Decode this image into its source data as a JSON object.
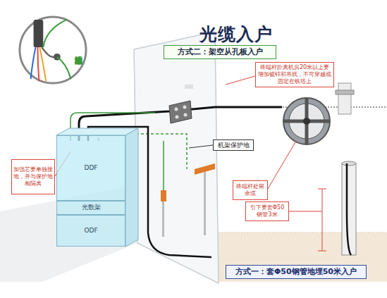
{
  "diagram": {
    "title": "光缆入户",
    "nodes": [
      {
        "text": [
          "方式二：架空从孔板入户"
        ]
      },
      {
        "text": [
          "终端杆距离机房20米以上要增加镀锌和吊线，不可穿越或固定在铁塔上"
        ]
      },
      {
        "text": [
          "机架保护地"
        ]
      },
      {
        "text": [
          "加强芯要单独接地，并与保护地相隔离"
        ]
      },
      {
        "text": [
          "DDF"
        ]
      },
      {
        "text": [
          "光数架"
        ]
      },
      {
        "text": [
          "ODF"
        ]
      },
      {
        "text": [
          "终端杆处留余缆"
        ]
      },
      {
        "text": [
          "引下要套Φ50钢管3米"
        ]
      },
      {
        "text": [
          "方式一：套Φ50钢管地埋50米入户"
        ]
      },
      {
        "text": [
          "加强芯接地"
        ]
      }
    ]
  }
}
